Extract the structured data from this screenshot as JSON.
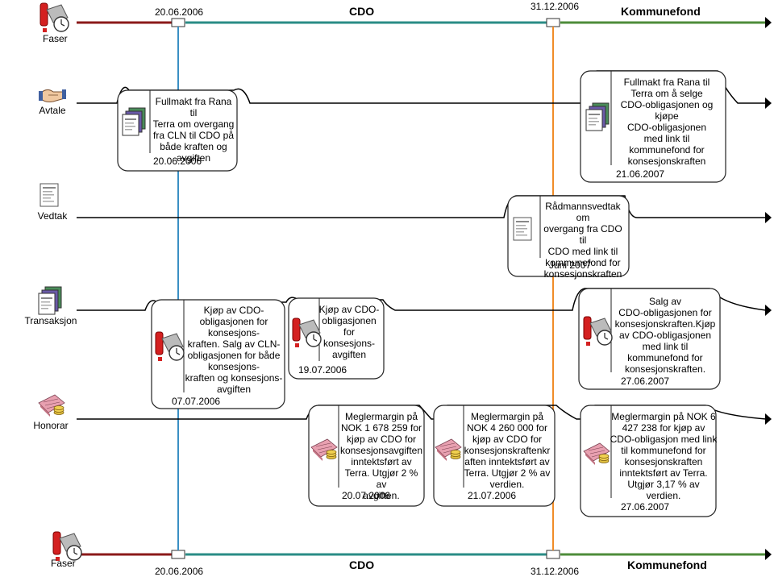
{
  "top": {
    "date1": "20.06.2006",
    "phase1": "CDO",
    "date2": "31.12.2006",
    "phase2": "Kommunefond",
    "phases_label": "Faser"
  },
  "bottom": {
    "phases_label": "Faser",
    "date1": "20.06.2006",
    "phase1": "CDO",
    "date2": "31.12.2006",
    "phase2": "Kommunefond"
  },
  "lanes": {
    "avtale": "Avtale",
    "vedtak": "Vedtak",
    "transaksjon": "Transaksjon",
    "honorar": "Honorar"
  },
  "boxes": {
    "avtale1": {
      "text": "Fullmakt fra Rana til\nTerra om overgang\nfra CLN til CDO på\nbåde kraften og\navgiften",
      "date": "20.06.2006"
    },
    "avtale2": {
      "text": "Fullmakt fra Rana til\nTerra om å selge\nCDO-obligasjonen og\nkjøpe\nCDO-obligasjonen\nmed link til\nkommunefond for\nkonsesjonskraften",
      "date": "21.06.2007"
    },
    "vedtak1": {
      "text": "Rådmannsvedtak om\novergang fra CDO til\nCDO med link til\nkommunefond for\nkonsesjonskraften",
      "date": "Juni 2007"
    },
    "trans1": {
      "text": "Kjøp av CDO-\nobligasjonen for\nkonsesjons-\nkraften. Salg av CLN-\nobligasjonen for både\nkonsesjons-\nkraften og konsesjons-\navgiften",
      "date": "07.07.2006"
    },
    "trans2": {
      "text": "Kjøp av CDO-\nobligasjonen\nfor\nkonsesjons-\navgiften",
      "date": "19.07.2006"
    },
    "trans3": {
      "text": "Salg av\nCDO-obligasjonen for\nkonsesjonskraften.Kjøp\nav CDO-obligasjonen\nmed link til\nkommunefond for\nkonsesjonskraften.",
      "date": "27.06.2007"
    },
    "hon1": {
      "text": "Meglermargin på\nNOK 1 678 259 for\nkjøp av CDO for\nkonsesjonsavgiften\ninntektsført av\nTerra. Utgjør 2 % av\navgiften.",
      "date": "20.07.2006"
    },
    "hon2": {
      "text": "Meglermargin på\nNOK 4 260 000 for\nkjøp av CDO for\nkonsesjonskraftenkr\naften inntektsført av\nTerra. Utgjør 2 % av\nverdien.",
      "date": "21.07.2006"
    },
    "hon3": {
      "text": "Meglermargin på NOK 6\n427 238 for kjøp av\nCDO-obligasjon med link\ntil kommunefond for\nkonsesjonskraften\ninntektsført av Terra.\nUtgjør 3,17 % av\nverdien.",
      "date": "27.06.2007"
    }
  },
  "colors": {
    "phase_red": "#8b1a1a",
    "phase_teal": "#2a8c86",
    "phase_green": "#4e8c3a",
    "milestone_blue": "#3a8fc4",
    "milestone_orange": "#f08c28",
    "lane_line": "#000000"
  },
  "icons": {
    "phase": "alert-clock-icon",
    "avtale": "handshake-icon",
    "vedtak": "document-icon",
    "transaksjon": "documents-stack-icon",
    "honorar": "money-icon"
  }
}
